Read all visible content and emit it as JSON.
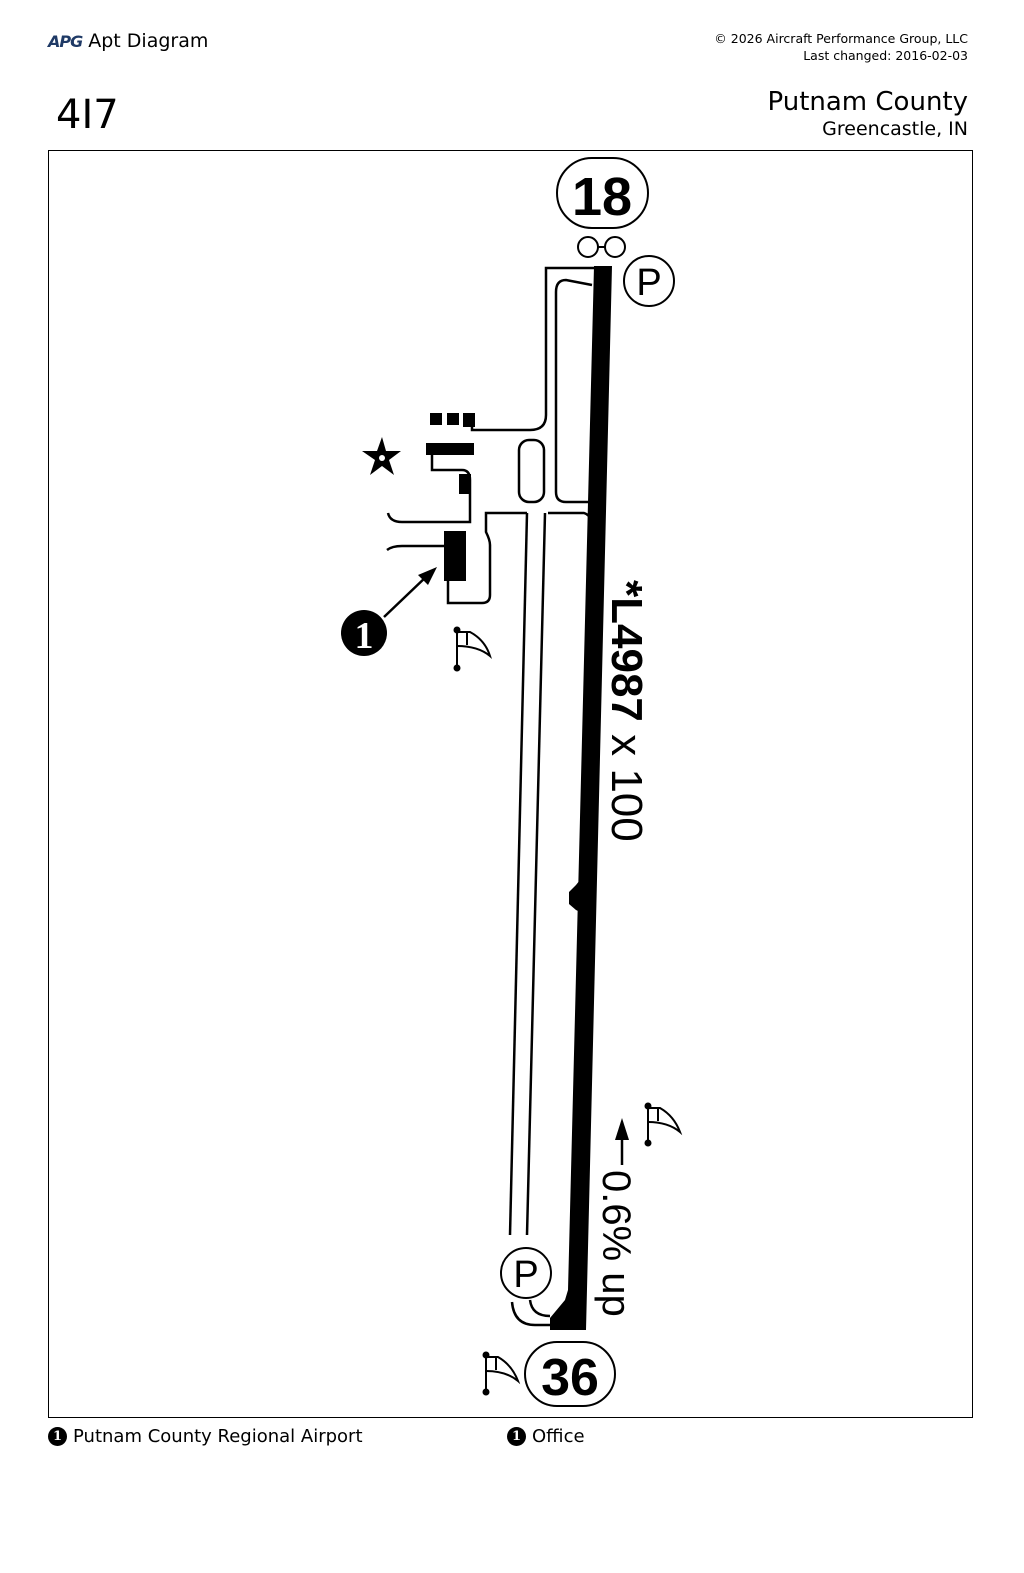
{
  "header": {
    "logo_text": "APG",
    "app_title": "Apt Diagram",
    "copyright": "© 2026 Aircraft Performance Group, LLC",
    "last_changed": "Last changed: 2016-02-03",
    "airport_id": "4I7",
    "airport_name": "Putnam County",
    "airport_location": "Greencastle, IN"
  },
  "diagram": {
    "runway_end_north": "18",
    "runway_end_south": "36",
    "runway_label_bold": "*L4987",
    "runway_label_dims": " x 100",
    "slope_label": "0.6% up",
    "parking_label": "P",
    "callout_number": "1",
    "icons": [
      "runway-end-lights-icon",
      "parking-icon",
      "beacon-star-icon",
      "windsock-icon",
      "callout-arrow-icon"
    ],
    "colors": {
      "ink": "#000000",
      "background": "#ffffff",
      "logo": "#1f3a66"
    }
  },
  "legend": {
    "items": [
      {
        "number": "1",
        "label": "Putnam County Regional Airport"
      },
      {
        "number": "1",
        "label": "Office"
      }
    ]
  }
}
